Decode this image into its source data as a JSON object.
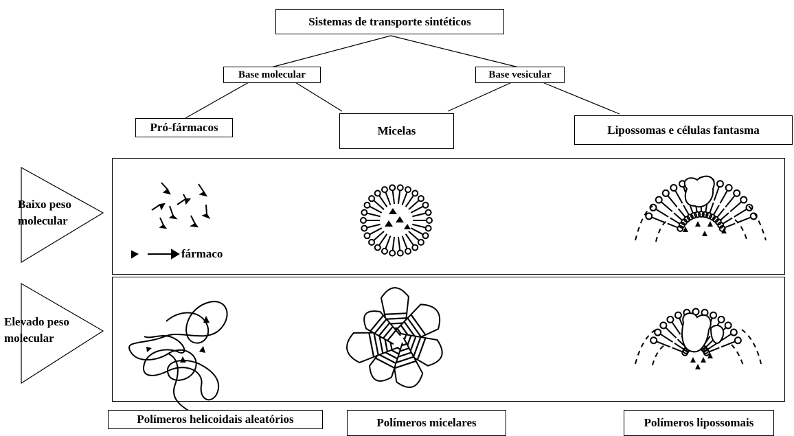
{
  "hierarchy": {
    "root": "Sistemas de transporte sintéticos",
    "branches": [
      "Base molecular",
      "Base vesicular"
    ],
    "leaves": [
      "Pró-fármacos",
      "Micelas",
      "Lipossomas e células fantasma"
    ]
  },
  "rows": {
    "low": [
      "Baixo peso",
      "molecular"
    ],
    "high": [
      "Elevado peso",
      "molecular"
    ]
  },
  "legend": {
    "label": "fármaco"
  },
  "bottom_labels": [
    "Polímeros helicoidais aleatórios",
    "Polímeros micelares",
    "Polímeros lipossomais"
  ]
}
